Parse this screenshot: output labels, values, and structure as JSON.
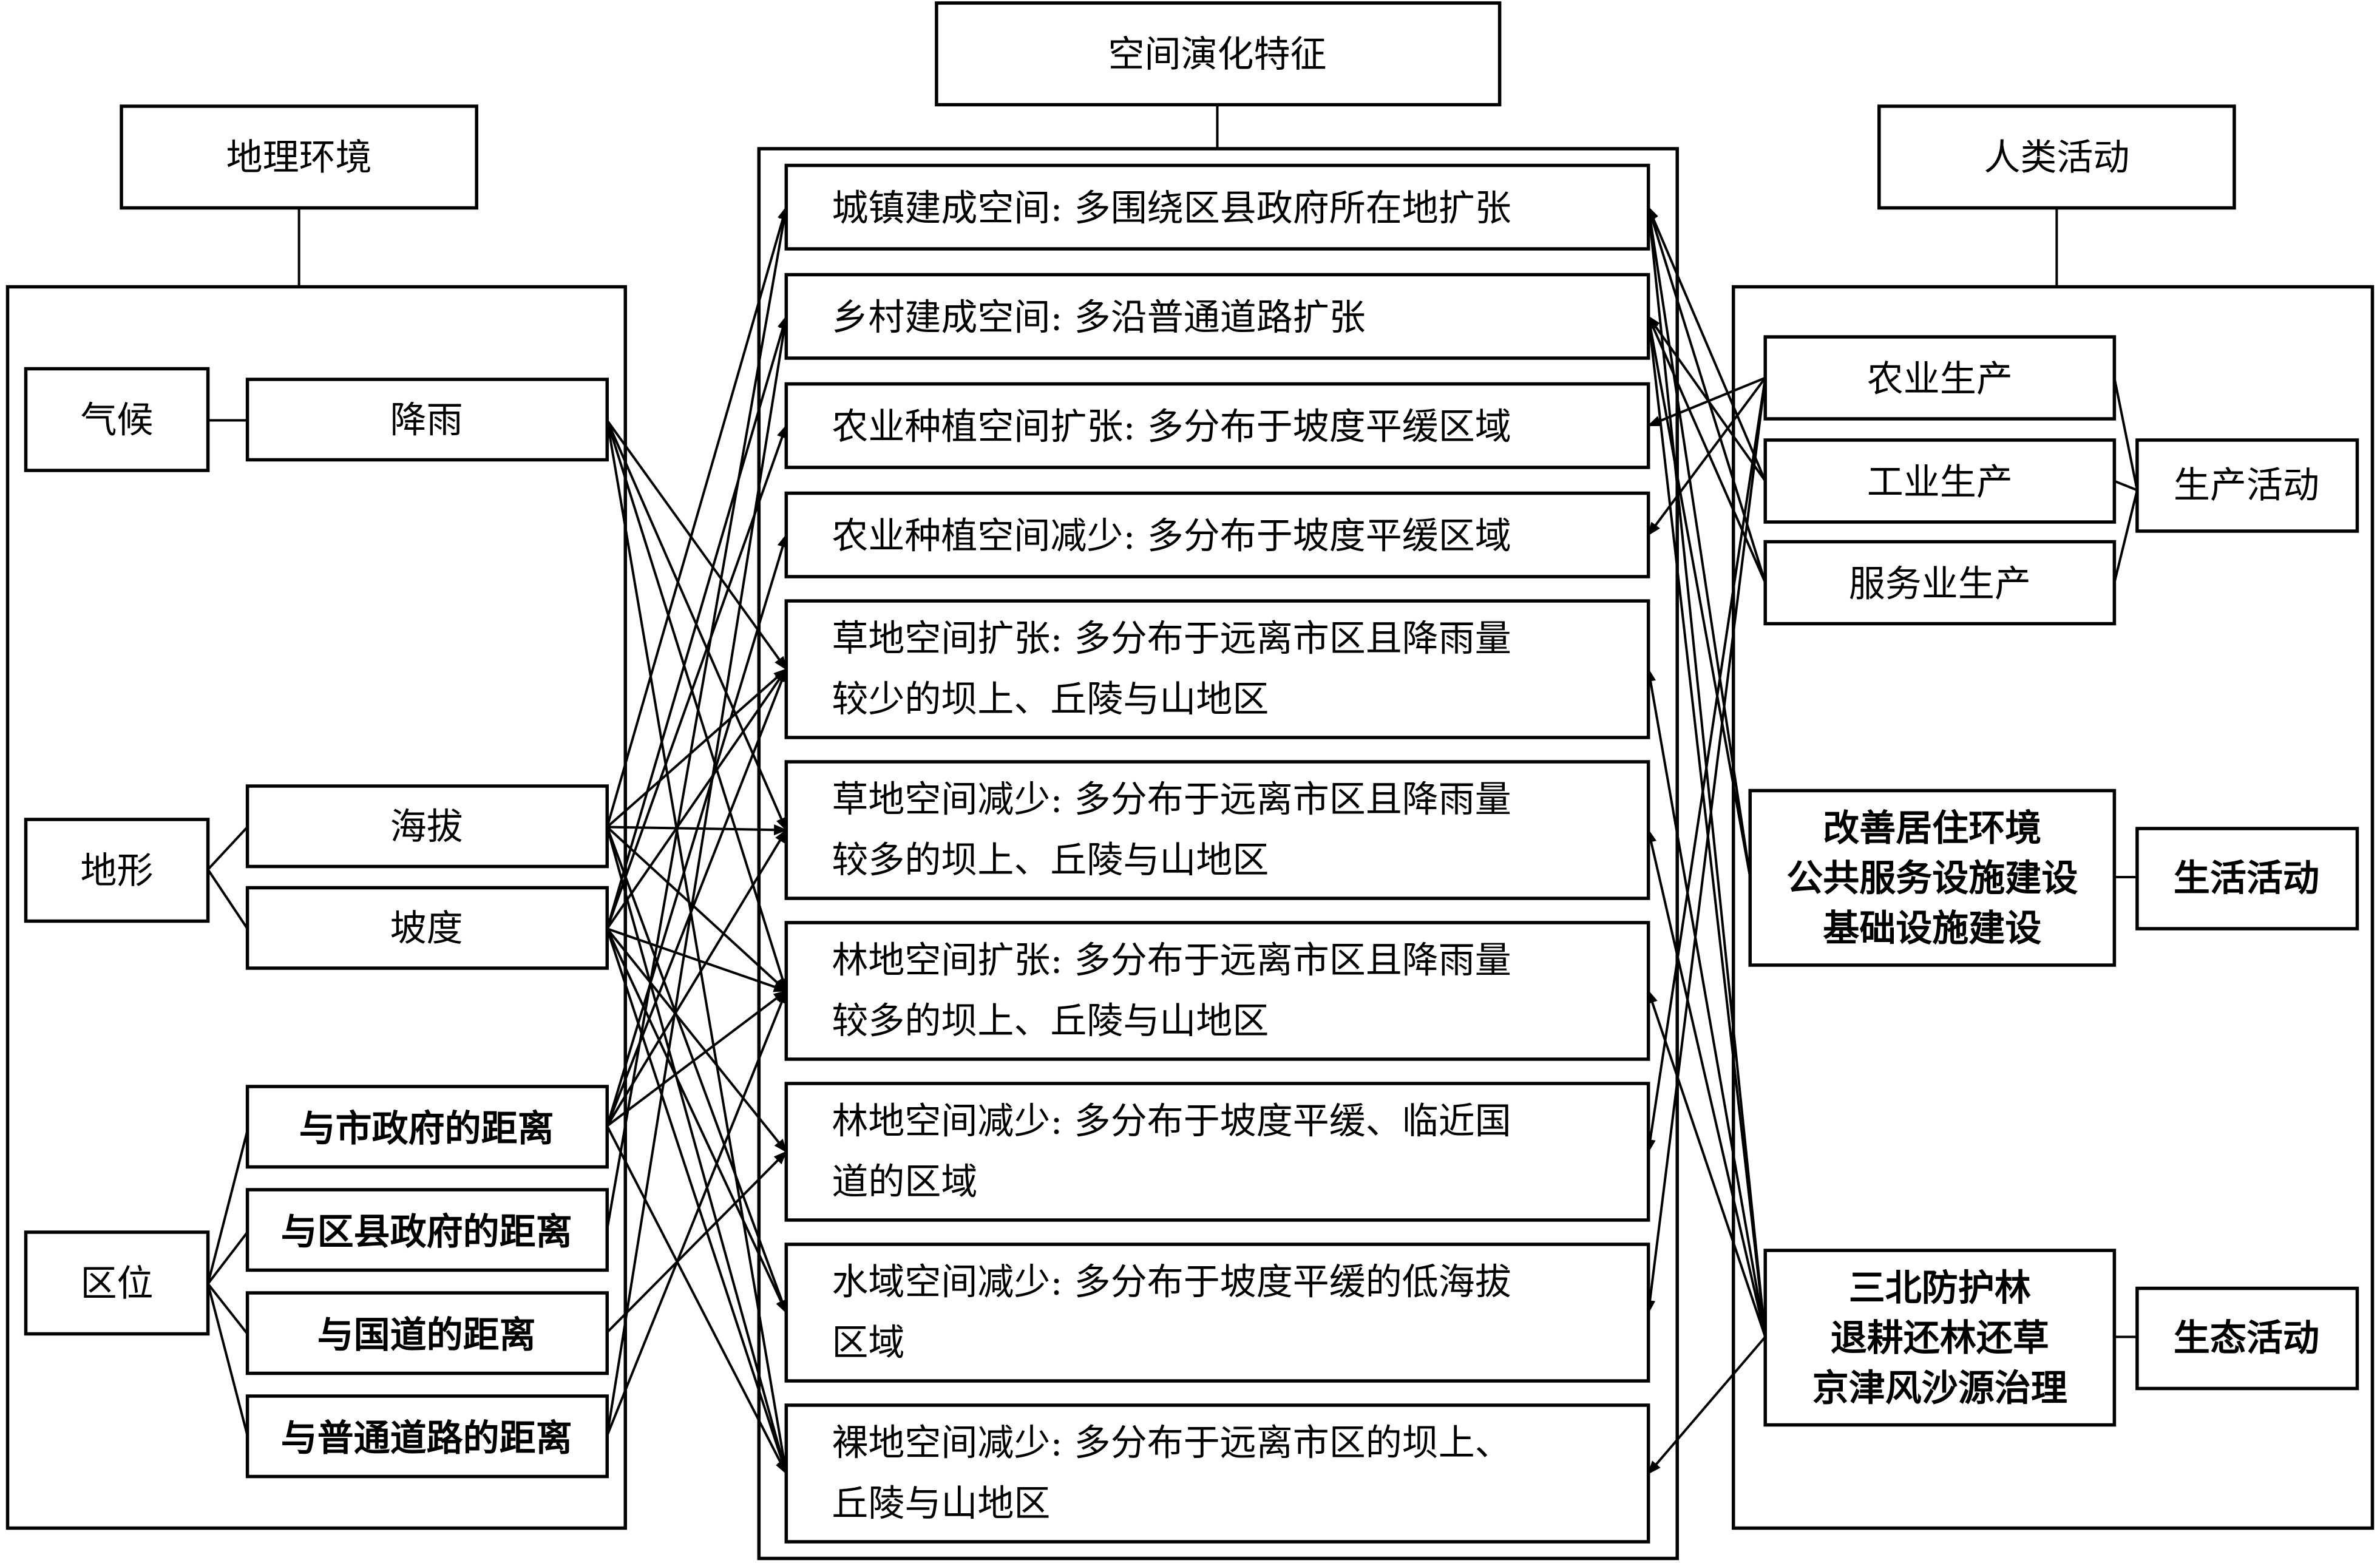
{
  "headers": {
    "geography": "地理环境",
    "spatial_evolution": "空间演化特征",
    "human_activity": "人类活动"
  },
  "geography": {
    "categories": [
      {
        "id": "climate",
        "label": "气候",
        "factors": [
          {
            "id": "rain",
            "label": "降雨"
          }
        ]
      },
      {
        "id": "terrain",
        "label": "地形",
        "factors": [
          {
            "id": "altitude",
            "label": "海拔"
          },
          {
            "id": "slope",
            "label": "坡度"
          }
        ]
      },
      {
        "id": "location",
        "label": "区位",
        "factors": [
          {
            "id": "dist_city",
            "label": "与市政府的距离"
          },
          {
            "id": "dist_county",
            "label": "与区县政府的距离"
          },
          {
            "id": "dist_national_road",
            "label": "与国道的距离"
          },
          {
            "id": "dist_ordinary_road",
            "label": "与普通道路的距离"
          }
        ]
      }
    ]
  },
  "spatial_features": [
    {
      "id": "urban",
      "lines": [
        "城镇建成空间: 多围绕区县政府所在地扩张"
      ]
    },
    {
      "id": "rural",
      "lines": [
        "乡村建成空间: 多沿普通道路扩张"
      ]
    },
    {
      "id": "agri_expand",
      "lines": [
        "农业种植空间扩张: 多分布于坡度平缓区域"
      ]
    },
    {
      "id": "agri_reduce",
      "lines": [
        "农业种植空间减少: 多分布于坡度平缓区域"
      ]
    },
    {
      "id": "grass_expand",
      "lines": [
        "草地空间扩张: 多分布于远离市区且降雨量",
        "较少的坝上、丘陵与山地区"
      ]
    },
    {
      "id": "grass_reduce",
      "lines": [
        "草地空间减少: 多分布于远离市区且降雨量",
        "较多的坝上、丘陵与山地区"
      ]
    },
    {
      "id": "forest_expand",
      "lines": [
        "林地空间扩张: 多分布于远离市区且降雨量",
        "较多的坝上、丘陵与山地区"
      ]
    },
    {
      "id": "forest_reduce",
      "lines": [
        "林地空间减少: 多分布于坡度平缓、临近国",
        "道的区域"
      ]
    },
    {
      "id": "water_reduce",
      "lines": [
        "水域空间减少: 多分布于坡度平缓的低海拔",
        "区域"
      ]
    },
    {
      "id": "bare_reduce",
      "lines": [
        "裸地空间减少: 多分布于远离市区的坝上、",
        "丘陵与山地区"
      ]
    }
  ],
  "human": {
    "groups": [
      {
        "id": "production",
        "label": "生产活动",
        "items": [
          {
            "id": "agri_prod",
            "lines": [
              "农业生产"
            ]
          },
          {
            "id": "ind_prod",
            "lines": [
              "工业生产"
            ]
          },
          {
            "id": "serv_prod",
            "lines": [
              "服务业生产"
            ]
          }
        ]
      },
      {
        "id": "living",
        "label": "生活活动",
        "items": [
          {
            "id": "living_items",
            "lines": [
              "改善居住环境",
              "公共服务设施建设",
              "基础设施建设"
            ]
          }
        ]
      },
      {
        "id": "ecology",
        "label": "生态活动",
        "items": [
          {
            "id": "eco_items",
            "lines": [
              "三北防护林",
              "退耕还林还草",
              "京津风沙源治理"
            ]
          }
        ]
      }
    ]
  },
  "links_geo_to_feature": [
    [
      "rain",
      "grass_expand"
    ],
    [
      "rain",
      "grass_reduce"
    ],
    [
      "rain",
      "forest_expand"
    ],
    [
      "rain",
      "bare_reduce"
    ],
    [
      "altitude",
      "urban"
    ],
    [
      "altitude",
      "grass_reduce"
    ],
    [
      "altitude",
      "forest_expand"
    ],
    [
      "altitude",
      "water_reduce"
    ],
    [
      "altitude",
      "bare_reduce"
    ],
    [
      "altitude",
      "grass_expand"
    ],
    [
      "slope",
      "rural"
    ],
    [
      "slope",
      "agri_expand"
    ],
    [
      "slope",
      "grass_expand"
    ],
    [
      "slope",
      "forest_expand"
    ],
    [
      "slope",
      "forest_reduce"
    ],
    [
      "slope",
      "water_reduce"
    ],
    [
      "slope",
      "bare_reduce"
    ],
    [
      "dist_city",
      "agri_reduce"
    ],
    [
      "dist_city",
      "grass_reduce"
    ],
    [
      "dist_city",
      "forest_expand"
    ],
    [
      "dist_city",
      "bare_reduce"
    ],
    [
      "dist_city",
      "grass_expand"
    ],
    [
      "dist_county",
      "urban"
    ],
    [
      "dist_national_road",
      "forest_reduce"
    ],
    [
      "dist_ordinary_road",
      "rural"
    ],
    [
      "dist_ordinary_road",
      "forest_expand"
    ]
  ],
  "links_human_to_feature": [
    [
      "agri_prod",
      "agri_expand"
    ],
    [
      "agri_prod",
      "agri_reduce"
    ],
    [
      "agri_prod",
      "forest_reduce"
    ],
    [
      "agri_prod",
      "water_reduce"
    ],
    [
      "ind_prod",
      "urban"
    ],
    [
      "ind_prod",
      "rural"
    ],
    [
      "serv_prod",
      "urban"
    ],
    [
      "serv_prod",
      "rural"
    ],
    [
      "living_items",
      "urban"
    ],
    [
      "living_items",
      "rural"
    ],
    [
      "eco_items",
      "urban"
    ],
    [
      "eco_items",
      "rural"
    ],
    [
      "eco_items",
      "grass_expand"
    ],
    [
      "eco_items",
      "grass_reduce"
    ],
    [
      "eco_items",
      "forest_expand"
    ],
    [
      "eco_items",
      "bare_reduce"
    ]
  ]
}
